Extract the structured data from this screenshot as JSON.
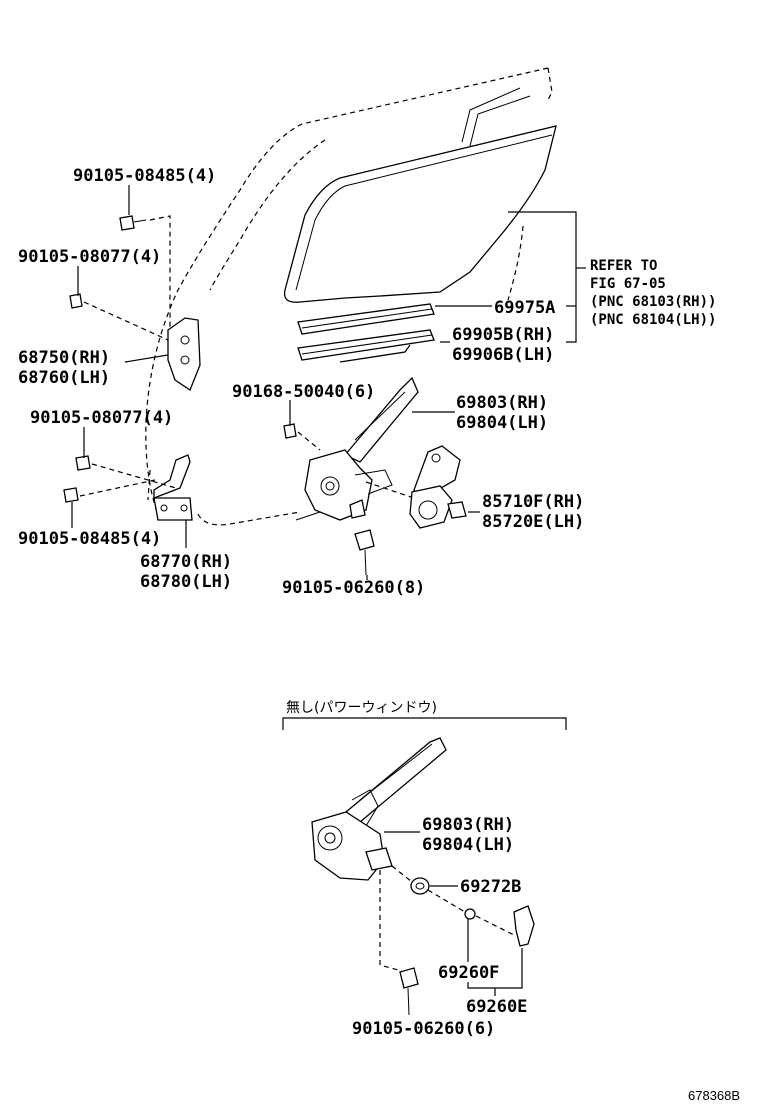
{
  "labels": {
    "p9010508485_top": "90105-08485(4)",
    "p9010508077_top": "90105-08077(4)",
    "p68750": "68750(RH)",
    "p68760": "68760(LH)",
    "p9010508077_mid": "90105-08077(4)",
    "p9010508485_bot": "90105-08485(4)",
    "p68770": "68770(RH)",
    "p68780": "68780(LH)",
    "p9016850040": "90168-50040(6)",
    "p69975a": "69975A",
    "p69905b": "69905B(RH)",
    "p69906b": "69906B(LH)",
    "p69803_top": "69803(RH)",
    "p69804_top": "69804(LH)",
    "p85710f": "85710F(RH)",
    "p85720e": "85720E(LH)",
    "p9010506260_8": "90105-06260(8)",
    "ref1": "REFER TO",
    "ref2": "FIG 67-05",
    "ref3": "(PNC 68103(RH))",
    "ref4": "(PNC 68104(LH))",
    "no_power": "無し(パワーウィンドウ)",
    "p69803_bot": "69803(RH)",
    "p69804_bot": "69804(LH)",
    "p69272b": "69272B",
    "p69260f": "69260F",
    "p69260e": "69260E",
    "p9010506260_6": "90105-06260(6)",
    "figure_id": "678368B"
  }
}
